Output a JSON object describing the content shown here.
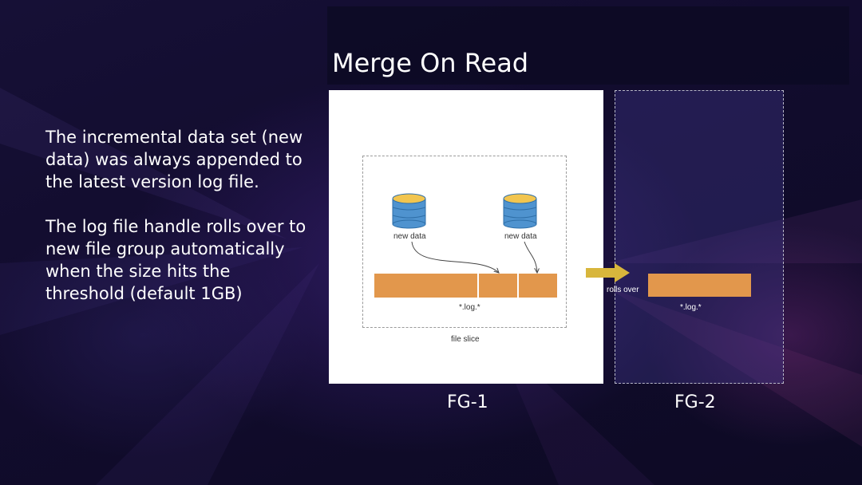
{
  "slide": {
    "title": "Merge On Read",
    "paragraphs": [
      "The incremental data set (new data) was always appended to the latest version log file.",
      "The log file handle rolls over to new file group automatically when the size hits the threshold (default 1GB)"
    ]
  },
  "diagram": {
    "new_data_label_1": "new data",
    "new_data_label_2": "new data",
    "log_label_1": "*.log.*",
    "file_slice_label": "file slice",
    "rolls_over_label": "rolls over",
    "log_label_2": "*.log.*",
    "fg1_label": "FG-1",
    "fg2_label": "FG-2",
    "colors": {
      "log_block": "#e2974c",
      "database": "#4f93cf",
      "database_top": "#f2c54f",
      "arrow": "#d8b63c"
    }
  }
}
